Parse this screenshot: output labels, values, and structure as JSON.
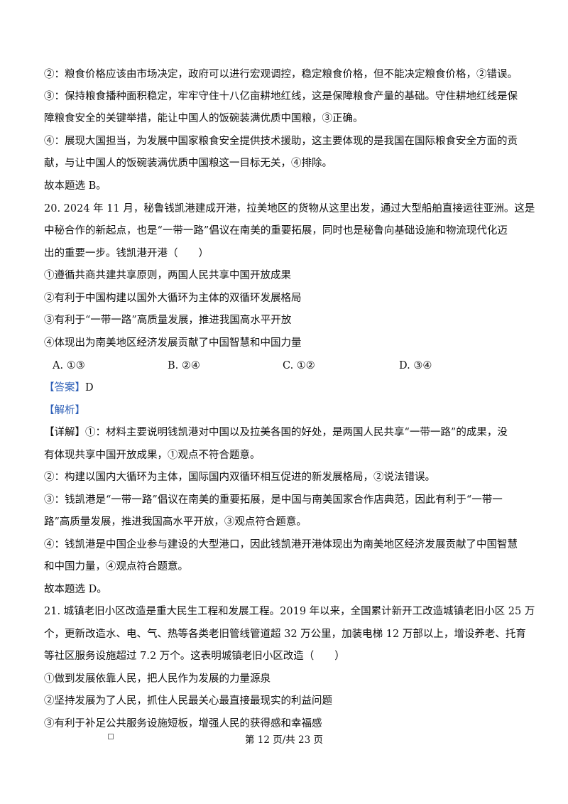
{
  "lines": [
    "②：粮食价格应该由市场决定，政府可以进行宏观调控，稳定粮食价格，但不能决定粮食价格，②错误。",
    "③：保持粮食播种面积稳定，牢牢守住十八亿亩耕地红线，这是保障粮食产量的基础。守住耕地红线是保",
    "障粮食安全的关键举措，能让中国人的饭碗装满优质中国粮，③正确。",
    "④：展现大国担当，为发展中国家粮食安全提供技术援助，这主要体现的是我国在国际粮食安全方面的贡",
    "献，与让中国人的饭碗装满优质中国粮这一目标无关，④排除。",
    "故本题选 B。",
    "20. 2024 年 11 月，秘鲁钱凯港建成开港，拉美地区的货物从这里出发，通过大型船舶直接运往亚洲。这是",
    "中秘合作的新起点，也是“一带一路”倡议在南美的重要拓展，同时也是秘鲁向基础设施和物流现代化迈",
    "出的重要一步。钱凯港开港（　　）",
    "①遵循共商共建共享原则，两国人民共享中国开放成果",
    "②有利于中国构建以国外大循环为主体的双循环发展格局",
    "③有利于“一带一路”高质量发展，推进我国高水平开放",
    "④体现出为南美地区经济发展贡献了中国智慧和中国力量"
  ],
  "options": [
    "A. ①③",
    "B. ②④",
    "C. ①②",
    "D. ③④"
  ],
  "answer_tag": "【答案】",
  "answer_value": "D",
  "analysis_tag": "【解析】",
  "detail_tag": "【详解】",
  "analysis_lines": [
    "①：材料主要说明钱凯港对中国以及拉美各国的好处，是两国人民共享“一带一路”的成果，没",
    "有体现共享中国开放成果，①观点不符合题意。",
    "②：构建以国内大循环为主体，国际国内双循环相互促进的新发展格局，②说法错误。",
    "③：钱凯港是“一带一路”倡议在南美的重要拓展，是中国与南美国家合作店典范，因此有利于“一带一",
    "路”高质量发展，推进我国高水平开放，③观点符合题意。",
    "④：钱凯港是中国企业参与建设的大型港口，因此钱凯港开港体现出为南美地区经济发展贡献了中国智慧",
    "和中国力量，④观点符合题意。",
    "故本题选 D。",
    "21. 城镇老旧小区改造是重大民生工程和发展工程。2019 年以来，全国累计新开工改造城镇老旧小区 25 万",
    "个，更新改造水、电、气、热等各类老旧管线管道超 32 万公里，加装电梯 12 万部以上，增设养老、托育",
    "等社区服务设施超过 7.2 万个。这表明城镇老旧小区改造（　　）",
    "①做到发展依靠人民，把人民作为发展的力量源泉",
    "②坚持发展为了人民，抓住人民最关心最直接最现实的利益问题",
    "③有利于补足公共服务设施短板，增强人民的获得感和幸福感"
  ],
  "footer": "第 12 页/共 23 页"
}
